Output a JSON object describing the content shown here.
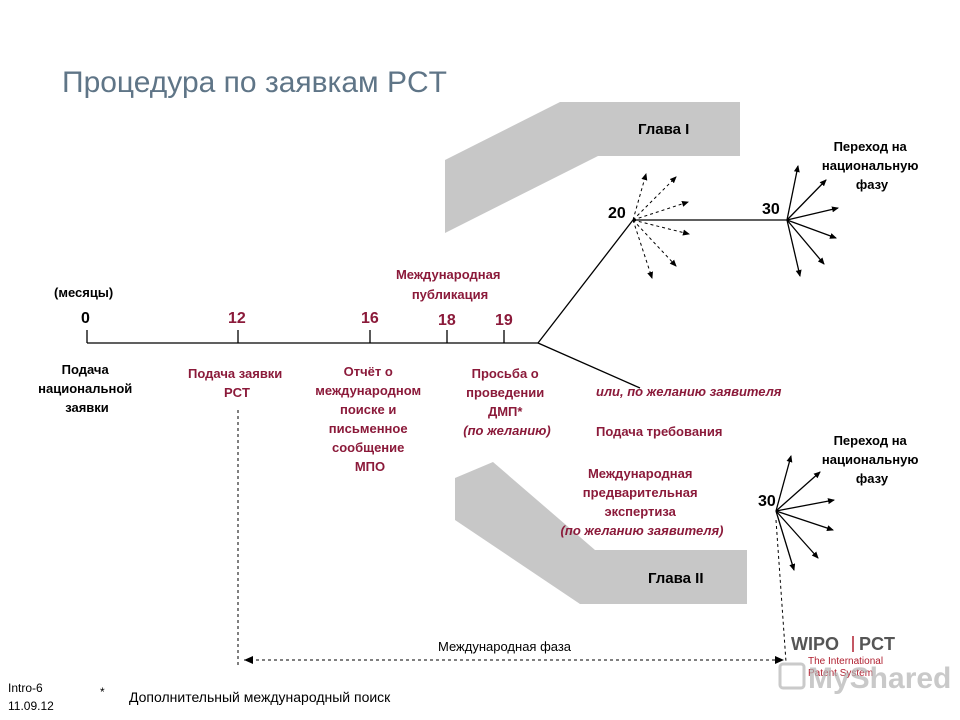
{
  "title": "Процедура по заявкам PCT",
  "chapter1": "Глава I",
  "chapter2": "Глава II",
  "months_label": "(месяцы)",
  "timeline": {
    "m0": "0",
    "m12": "12",
    "m16": "16",
    "m18": "18",
    "m19": "19",
    "m20": "20",
    "m30a": "30",
    "m30b": "30"
  },
  "intl_publication": [
    "Международная",
    "публикация"
  ],
  "national_filing": [
    "Подача",
    "национальной",
    "заявки"
  ],
  "pct_filing": [
    "Подача заявки",
    "PCT"
  ],
  "search_report": [
    "Отчёт о",
    "международном",
    "поиске и",
    "письменное",
    "сообщение",
    "МПО"
  ],
  "sis_request": [
    "Просьба о",
    "проведении",
    "ДМП*",
    "(по желанию)"
  ],
  "or_applicant": "или, по желанию заявителя",
  "demand": "Подача требования",
  "ipe": [
    "Международная",
    "предварительная",
    "экспертиза",
    "(по желанию заявителя)"
  ],
  "national_phase_1": [
    "Переход на",
    "национальную",
    "фазу"
  ],
  "national_phase_2": [
    "Переход на",
    "национальную",
    "фазу"
  ],
  "intl_phase": "Международная фаза",
  "footer": {
    "slide": "Intro-6",
    "date": "11.09.12",
    "asterisk": "*",
    "note": "Дополнительный международный поиск"
  },
  "logo": {
    "wipo": "WIPO",
    "pct": "PCT",
    "line1": "The International",
    "line2": "Patent System"
  },
  "watermark": "MyShared",
  "colors": {
    "title": "#5f7587",
    "accent": "#8b1a3a",
    "band": "#c7c7c7"
  }
}
